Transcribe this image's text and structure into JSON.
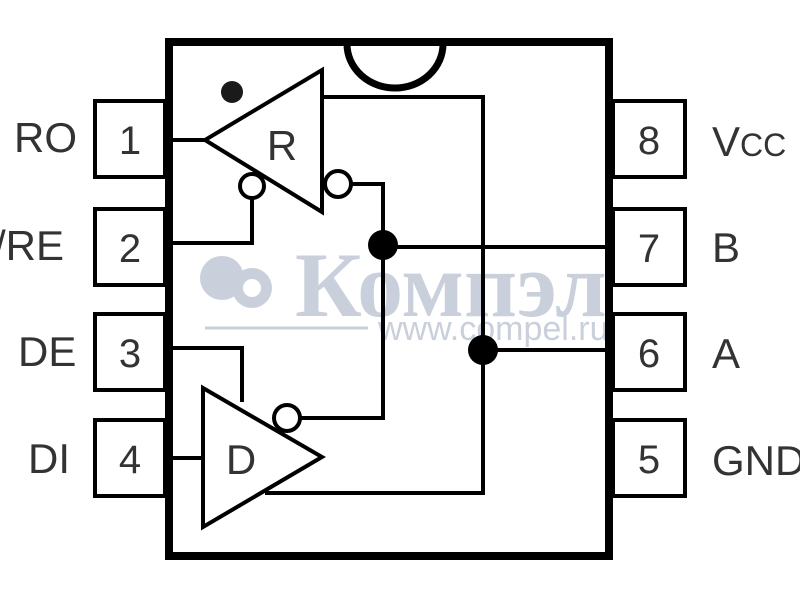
{
  "pins_left": [
    {
      "number": "1",
      "label": "RO"
    },
    {
      "number": "2",
      "label": "/RE"
    },
    {
      "number": "3",
      "label": "DE"
    },
    {
      "number": "4",
      "label": "DI"
    }
  ],
  "pins_right": [
    {
      "number": "8",
      "label": "V",
      "label_sub": "CC"
    },
    {
      "number": "7",
      "label": "B"
    },
    {
      "number": "6",
      "label": "A"
    },
    {
      "number": "5",
      "label": "GND"
    }
  ],
  "blocks": {
    "receiver": "R",
    "driver": "D"
  },
  "watermark": {
    "brand": "Компэл",
    "url": "www.compel.ru"
  }
}
